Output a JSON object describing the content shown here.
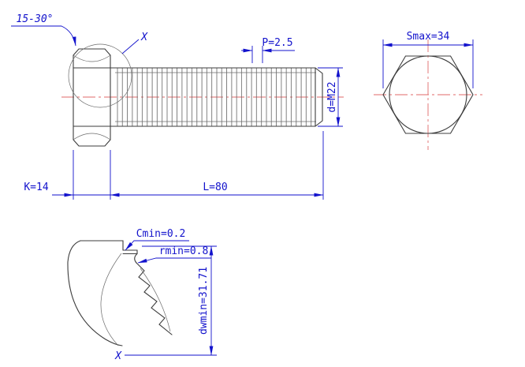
{
  "colors": {
    "dimension_blue": "#1212cc",
    "centerline_red": "#e06a6a",
    "outline_gray": "#3c3c3c"
  },
  "main_view": {
    "chamfer_angle": "15-30°",
    "detail_reference": "X",
    "thread_pitch": "P=2.5",
    "thread_diameter": "d=M22",
    "head_height": "K=14",
    "bolt_length": "L=80"
  },
  "end_view": {
    "width_across_flats": "Smax=34"
  },
  "detail_view": {
    "washer_face_thickness": "Cmin=0.2",
    "fillet_radius": "rmin=0.8",
    "washer_face_diameter": "dwmin=31.71",
    "detail_label": "X"
  }
}
